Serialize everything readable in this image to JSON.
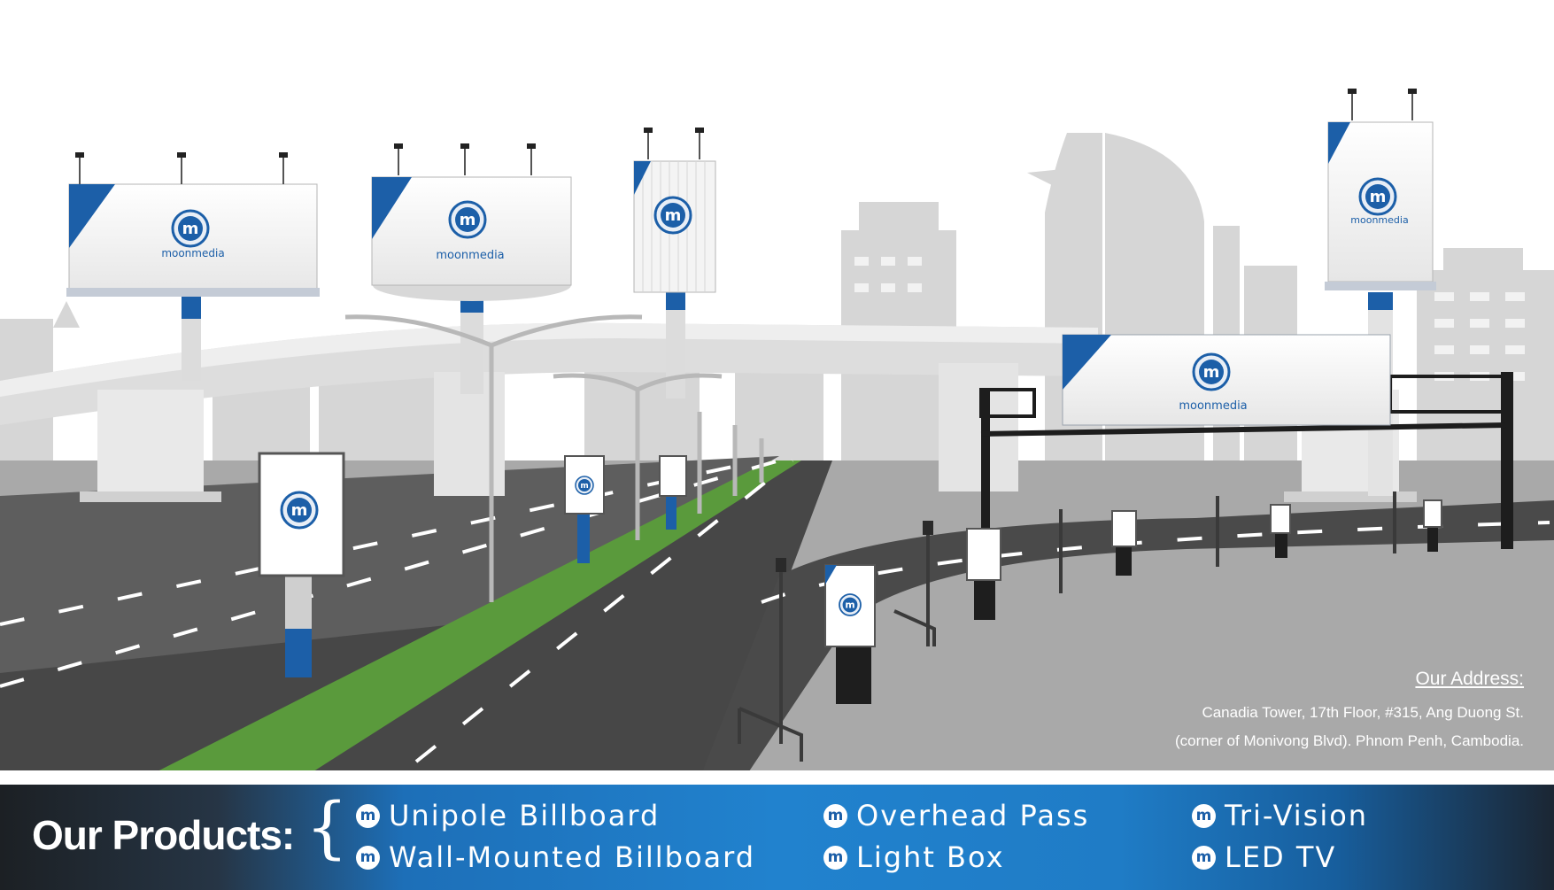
{
  "scene": {
    "brand_prefix": "moon",
    "brand_suffix": "media",
    "logo_letter": "m"
  },
  "address": {
    "title": "Our Address:",
    "line1": "Canadia Tower, 17th Floor, #315, Ang Duong St.",
    "line2": "(corner of Monivong Blvd). Phnom Penh, Cambodia."
  },
  "products": {
    "title": "Our Products:",
    "brace": "{",
    "items": [
      {
        "label": "Unipole Billboard",
        "icon": "moonmedia-logo-icon"
      },
      {
        "label": "Wall-Mounted Billboard",
        "icon": "moonmedia-logo-icon"
      },
      {
        "label": "Overhead Pass",
        "icon": "moonmedia-logo-icon"
      },
      {
        "label": "Light Box",
        "icon": "moonmedia-logo-icon"
      },
      {
        "label": "Tri-Vision",
        "icon": "moonmedia-logo-icon"
      },
      {
        "label": "LED TV",
        "icon": "moonmedia-logo-icon"
      }
    ]
  },
  "colors": {
    "brand_blue": "#1c5fa8",
    "grass": "#5a9a3c",
    "road": "#4a4a4a",
    "ground": "#a8a8a8",
    "skyline": "#d4d4d4"
  }
}
